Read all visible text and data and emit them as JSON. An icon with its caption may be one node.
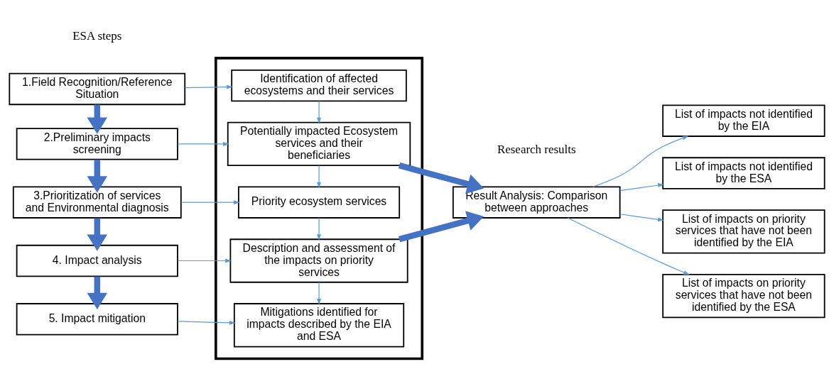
{
  "diagram": {
    "nodes": [
      {
        "text": [
          "1.Field Recognition/Reference Situation"
        ]
      },
      {
        "text": [
          "2.Preliminary impacts screening"
        ]
      },
      {
        "text": [
          "3.Prioritization of services and Environmental diagnosis"
        ]
      },
      {
        "text": [
          "4. Impact analysis"
        ]
      },
      {
        "text": [
          "5. Impact mitigation"
        ]
      },
      {
        "text": [],
        "shape": "box"
      },
      {
        "text": [
          "Identification of affected ecosystems and their services"
        ],
        "in": 5
      },
      {
        "text": [
          "Potentially impacted Ecosystem services and their beneficiaries"
        ],
        "in": 5
      },
      {
        "text": [
          "Priority ecosystem services"
        ],
        "in": 5
      },
      {
        "text": [
          "Description and assessment of the impacts on priority services"
        ],
        "in": 5
      },
      {
        "text": [
          "Mitigations identified for impacts described by the EIA and ESA"
        ],
        "in": 5
      },
      {
        "text": [
          "Result Analysis: Comparison between approaches"
        ]
      },
      {
        "text": [
          "List of impacts not identified by the EIA"
        ]
      },
      {
        "text": [
          "List of impacts not identified by the ESA"
        ]
      },
      {
        "text": [
          "List of impacts on priority services that have not been identified by the EIA"
        ]
      },
      {
        "text": [
          "List of impacts on priority services that have not been identified by the ESA"
        ]
      }
    ],
    "edges": [
      {
        "from": 0,
        "to": 1,
        "arrow": "to",
        "style": "thick",
        "color": "#4472c4"
      },
      {
        "from": 1,
        "to": 2,
        "arrow": "to",
        "style": "thick",
        "color": "#4472c4"
      },
      {
        "from": 2,
        "to": 3,
        "arrow": "to",
        "style": "thick",
        "color": "#4472c4"
      },
      {
        "from": 3,
        "to": 4,
        "arrow": "to",
        "style": "thick",
        "color": "#4472c4"
      },
      {
        "from": 0,
        "to": 6,
        "arrow": "to"
      },
      {
        "from": 1,
        "to": 7,
        "arrow": "to"
      },
      {
        "from": 2,
        "to": 8,
        "arrow": "to"
      },
      {
        "from": 3,
        "to": 9,
        "arrow": "to"
      },
      {
        "from": 4,
        "to": 10,
        "arrow": "to"
      },
      {
        "from": 6,
        "to": 7,
        "arrow": "to"
      },
      {
        "from": 7,
        "to": 8,
        "arrow": "to"
      },
      {
        "from": 8,
        "to": 9,
        "arrow": "to"
      },
      {
        "from": 9,
        "to": 10,
        "arrow": "to"
      },
      {
        "from": 7,
        "to": 11,
        "arrow": "to",
        "style": "thick",
        "color": "#4472c4"
      },
      {
        "from": 9,
        "to": 11,
        "arrow": "to",
        "style": "thick",
        "color": "#4472c4"
      },
      {
        "from": 11,
        "to": 12,
        "arrow": "to"
      },
      {
        "from": 11,
        "to": 13,
        "arrow": "to"
      },
      {
        "from": 11,
        "to": 14,
        "arrow": "to"
      },
      {
        "from": 11,
        "to": 15,
        "arrow": "to"
      }
    ],
    "labels": [
      "ESA steps",
      "Research results"
    ]
  }
}
